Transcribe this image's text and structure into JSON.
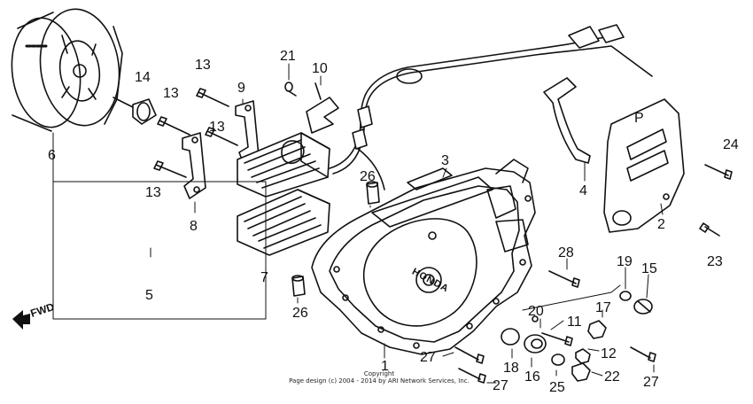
{
  "labels": [
    "1",
    "2",
    "3",
    "4",
    "5",
    "6",
    "7",
    "8",
    "9",
    "10",
    "11",
    "12",
    "13",
    "14",
    "15",
    "16",
    "17",
    "18",
    "19",
    "20",
    "21",
    "22",
    "23",
    "24",
    "25",
    "26",
    "27",
    "28"
  ],
  "repeated_labels": {
    "13": "13",
    "26": "26",
    "27": "27"
  },
  "fwd_text": "FWD",
  "brand_text": "HONDA",
  "cover_mark": "P",
  "copyright": [
    "Copyright",
    "Page design (c) 2004 - 2014 by ARI Network Services, Inc."
  ]
}
